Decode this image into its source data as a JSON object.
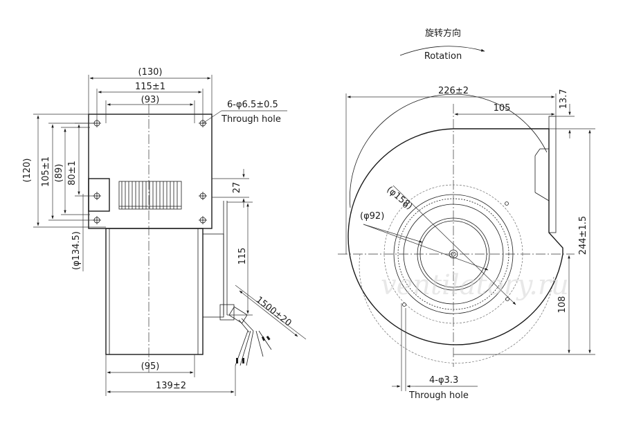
{
  "rotation": {
    "title_cn": "旋转方向",
    "label_en": "Rotation"
  },
  "side_view": {
    "dim_overall_width": "(130)",
    "dim_hole_spacing_h": "115±1",
    "dim_inner_width": "(93)",
    "dim_holes": "6-φ6.5±0.5",
    "dim_holes_note": "Through hole",
    "dim_overall_height": "(120)",
    "dim_hole_spacing_v": "105±1",
    "dim_inner_height": "(89)",
    "dim_hole_spacing_v2": "80±1",
    "dim_diameter": "(φ134.5)",
    "dim_outlet_offset": "27",
    "dim_motor_offset": "115",
    "dim_cable": "1500±20",
    "dim_bottom_inner": "(95)",
    "dim_bottom_overall": "139±2"
  },
  "front_view": {
    "dim_total_width": "226±2",
    "dim_center_to_outlet": "105",
    "dim_flange": "13.7",
    "dim_impeller_outer": "(φ158)",
    "dim_impeller_inner": "(φ92)",
    "dim_total_height": "244±1.5",
    "dim_center_to_bottom": "108",
    "dim_mount_holes": "4-φ3.3",
    "dim_mount_holes_note": "Through hole"
  },
  "watermark": "ventilatory.ru"
}
